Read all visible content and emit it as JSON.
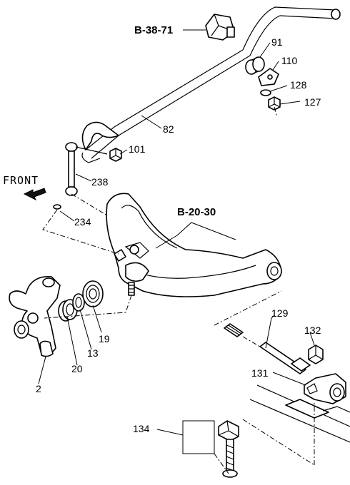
{
  "diagram": {
    "front_label": "FRONT",
    "refs": {
      "stabilizer_mount_ref": "B-38-71",
      "crossmember_ref": "B-20-30"
    },
    "callouts": {
      "stabilizer_bar": "82",
      "bushing": "91",
      "bracket": "110",
      "washer_128": "128",
      "nut_127": "127",
      "nut_101": "101",
      "link_238": "238",
      "washer_234": "234",
      "torsion_bar": "129",
      "end_piece": "132",
      "anchor_arm": "131",
      "bolt_134": "134",
      "knuckle": "2",
      "bearing_20": "20",
      "ring_13": "13",
      "seal_19": "19"
    }
  }
}
